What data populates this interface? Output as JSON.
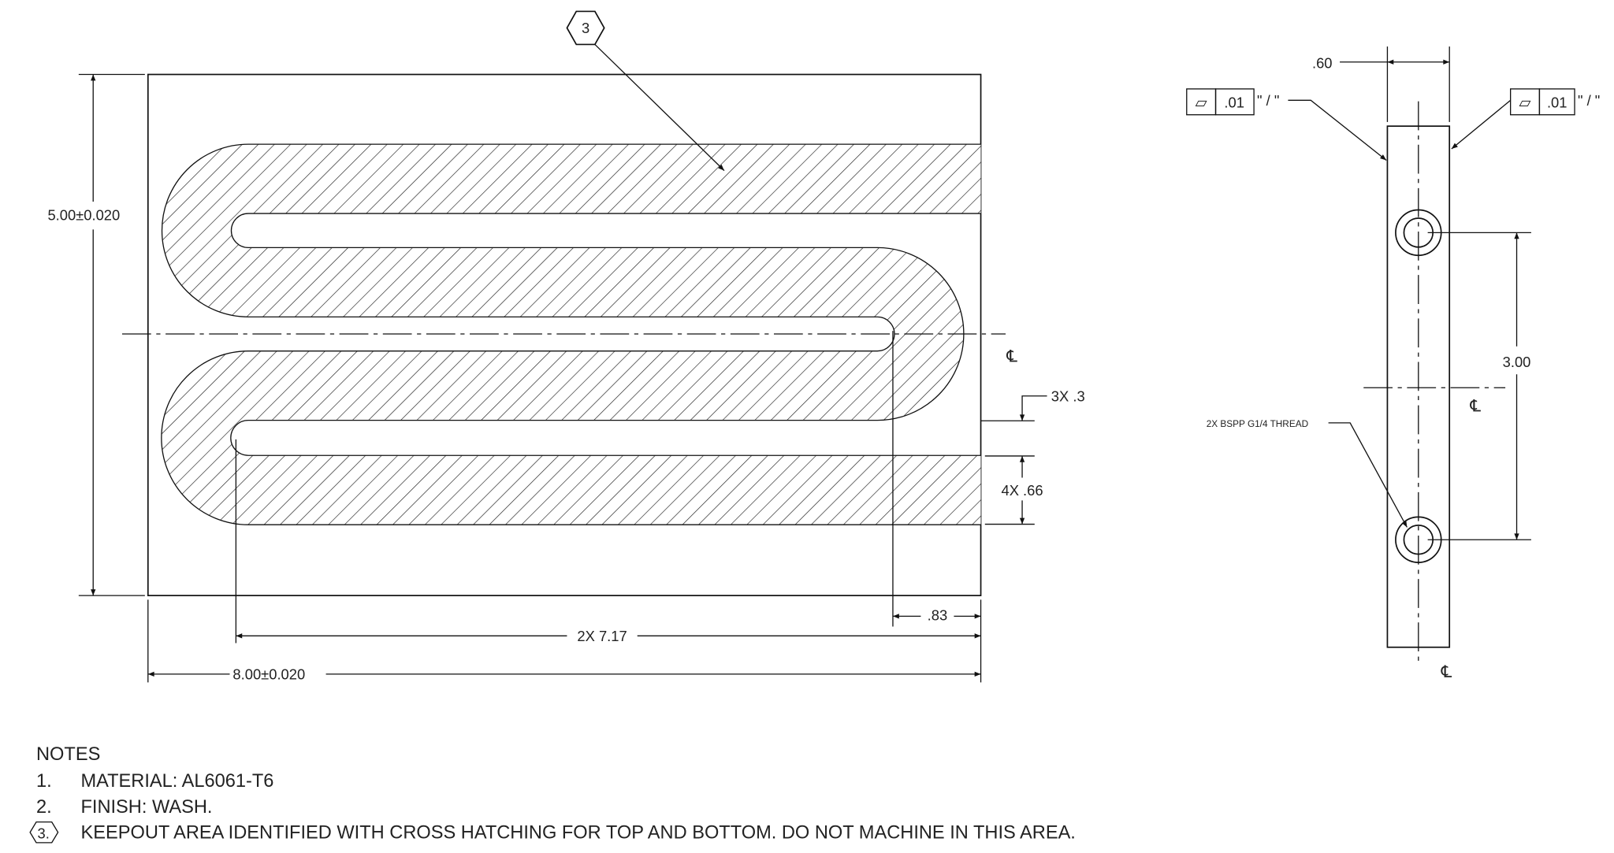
{
  "balloon": "3",
  "front_view": {
    "height_dim": "5.00",
    "height_tol": "±0.020",
    "width_dim": "8.00",
    "width_tol": "±0.020",
    "slot_length": "2X 7.17",
    "end_offset": ".83",
    "slot_width": "3X .3",
    "band_width": "4X .66",
    "centerline": "℄"
  },
  "side_view": {
    "thickness": ".60",
    "flatness_left": {
      "symbol": "▱",
      "value": ".01",
      "suffix": "\" / \""
    },
    "flatness_right": {
      "symbol": "▱",
      "value": ".01",
      "suffix": "\" / \""
    },
    "hole_spacing": "3.00",
    "thread_callout": "2X BSPP G1/4 THREAD",
    "centerline_h": "℄",
    "centerline_v": "℄"
  },
  "notes": {
    "title": "NOTES",
    "items": [
      {
        "num": "1.",
        "text": "MATERIAL: AL6061-T6"
      },
      {
        "num": "2.",
        "text": "FINISH: WASH."
      },
      {
        "num": "3.",
        "text": "KEEPOUT AREA IDENTIFIED WITH CROSS HATCHING FOR TOP AND BOTTOM.  DO NOT MACHINE IN THIS AREA."
      }
    ]
  }
}
